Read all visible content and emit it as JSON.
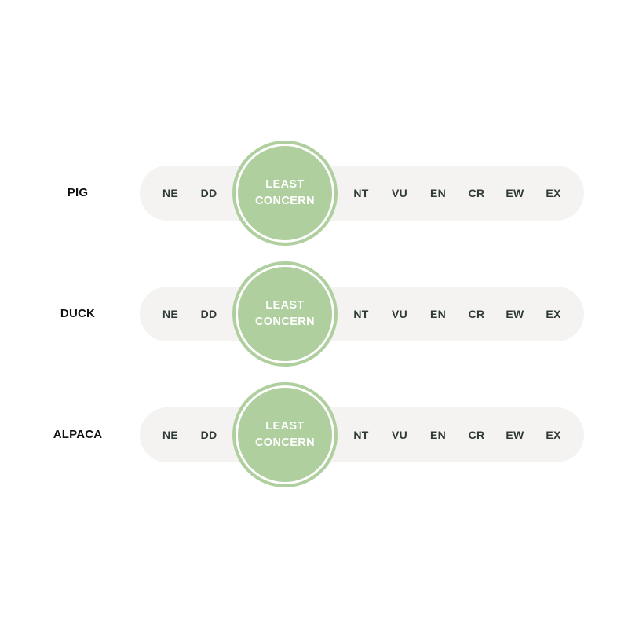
{
  "rows": [
    {
      "animal": "PIG",
      "statuses": [
        "NE",
        "DD",
        "NT",
        "VU",
        "EN",
        "CR",
        "EW",
        "EX"
      ],
      "current": [
        "LEAST",
        "CONCERN"
      ]
    },
    {
      "animal": "DUCK",
      "statuses": [
        "NE",
        "DD",
        "NT",
        "VU",
        "EN",
        "CR",
        "EW",
        "EX"
      ],
      "current": [
        "LEAST",
        "CONCERN"
      ]
    },
    {
      "animal": "ALPACA",
      "statuses": [
        "NE",
        "DD",
        "NT",
        "VU",
        "EN",
        "CR",
        "EW",
        "EX"
      ],
      "current": [
        "LEAST",
        "CONCERN"
      ]
    }
  ],
  "colors": {
    "highlight": "#afcf9f",
    "track": "#f4f3f1",
    "status_text": "#2f3a36",
    "name_text": "#111111"
  }
}
